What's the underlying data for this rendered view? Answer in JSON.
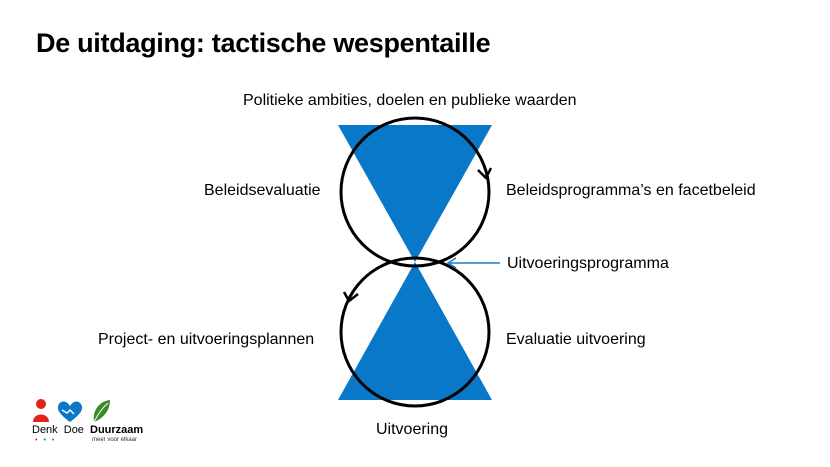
{
  "slide": {
    "title": "De uitdaging: tactische wespentaille"
  },
  "diagram": {
    "top": "Politieke ambities, doelen en publieke waarden",
    "upper_left": "Beleidsevaluatie",
    "upper_right": "Beleidsprogramma’s en facetbeleid",
    "middle_right": "Uitvoeringsprogramma",
    "lower_left": "Project- en uitvoeringsplannen",
    "lower_right": "Evaluatie uitvoering",
    "bottom": "Uitvoering"
  },
  "colors": {
    "triangle": "#0a78c8",
    "arrow": "#1f7ac4",
    "loop": "#000000"
  },
  "logo": {
    "word1": "Denk",
    "word2": "Doe",
    "word3": "Duurzaam",
    "tagline": "meer voor elkaar",
    "colors": {
      "red": "#e2231a",
      "blue": "#0a78c8",
      "green": "#3a8a2a"
    },
    "icons": [
      "person-icon",
      "heart-hands-icon",
      "leaf-icon"
    ]
  }
}
